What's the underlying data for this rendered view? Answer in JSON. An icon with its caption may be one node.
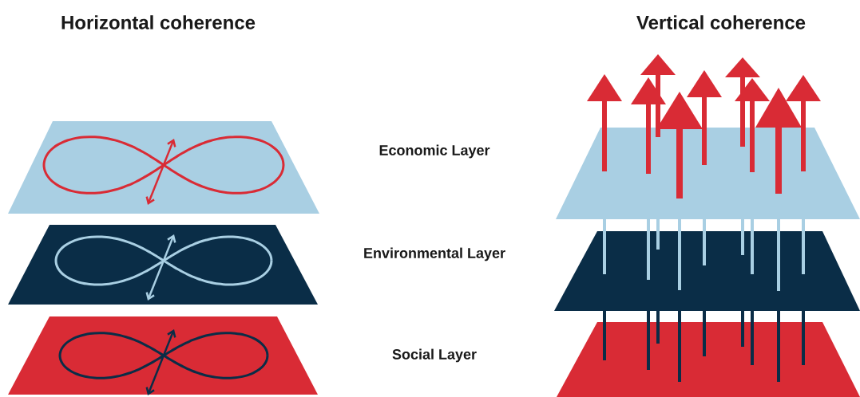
{
  "diagram": {
    "labels": [
      "Horizontal coherence",
      "Vertical coherence",
      "Economic Layer",
      "Environmental Layer",
      "Social Layer"
    ]
  }
}
